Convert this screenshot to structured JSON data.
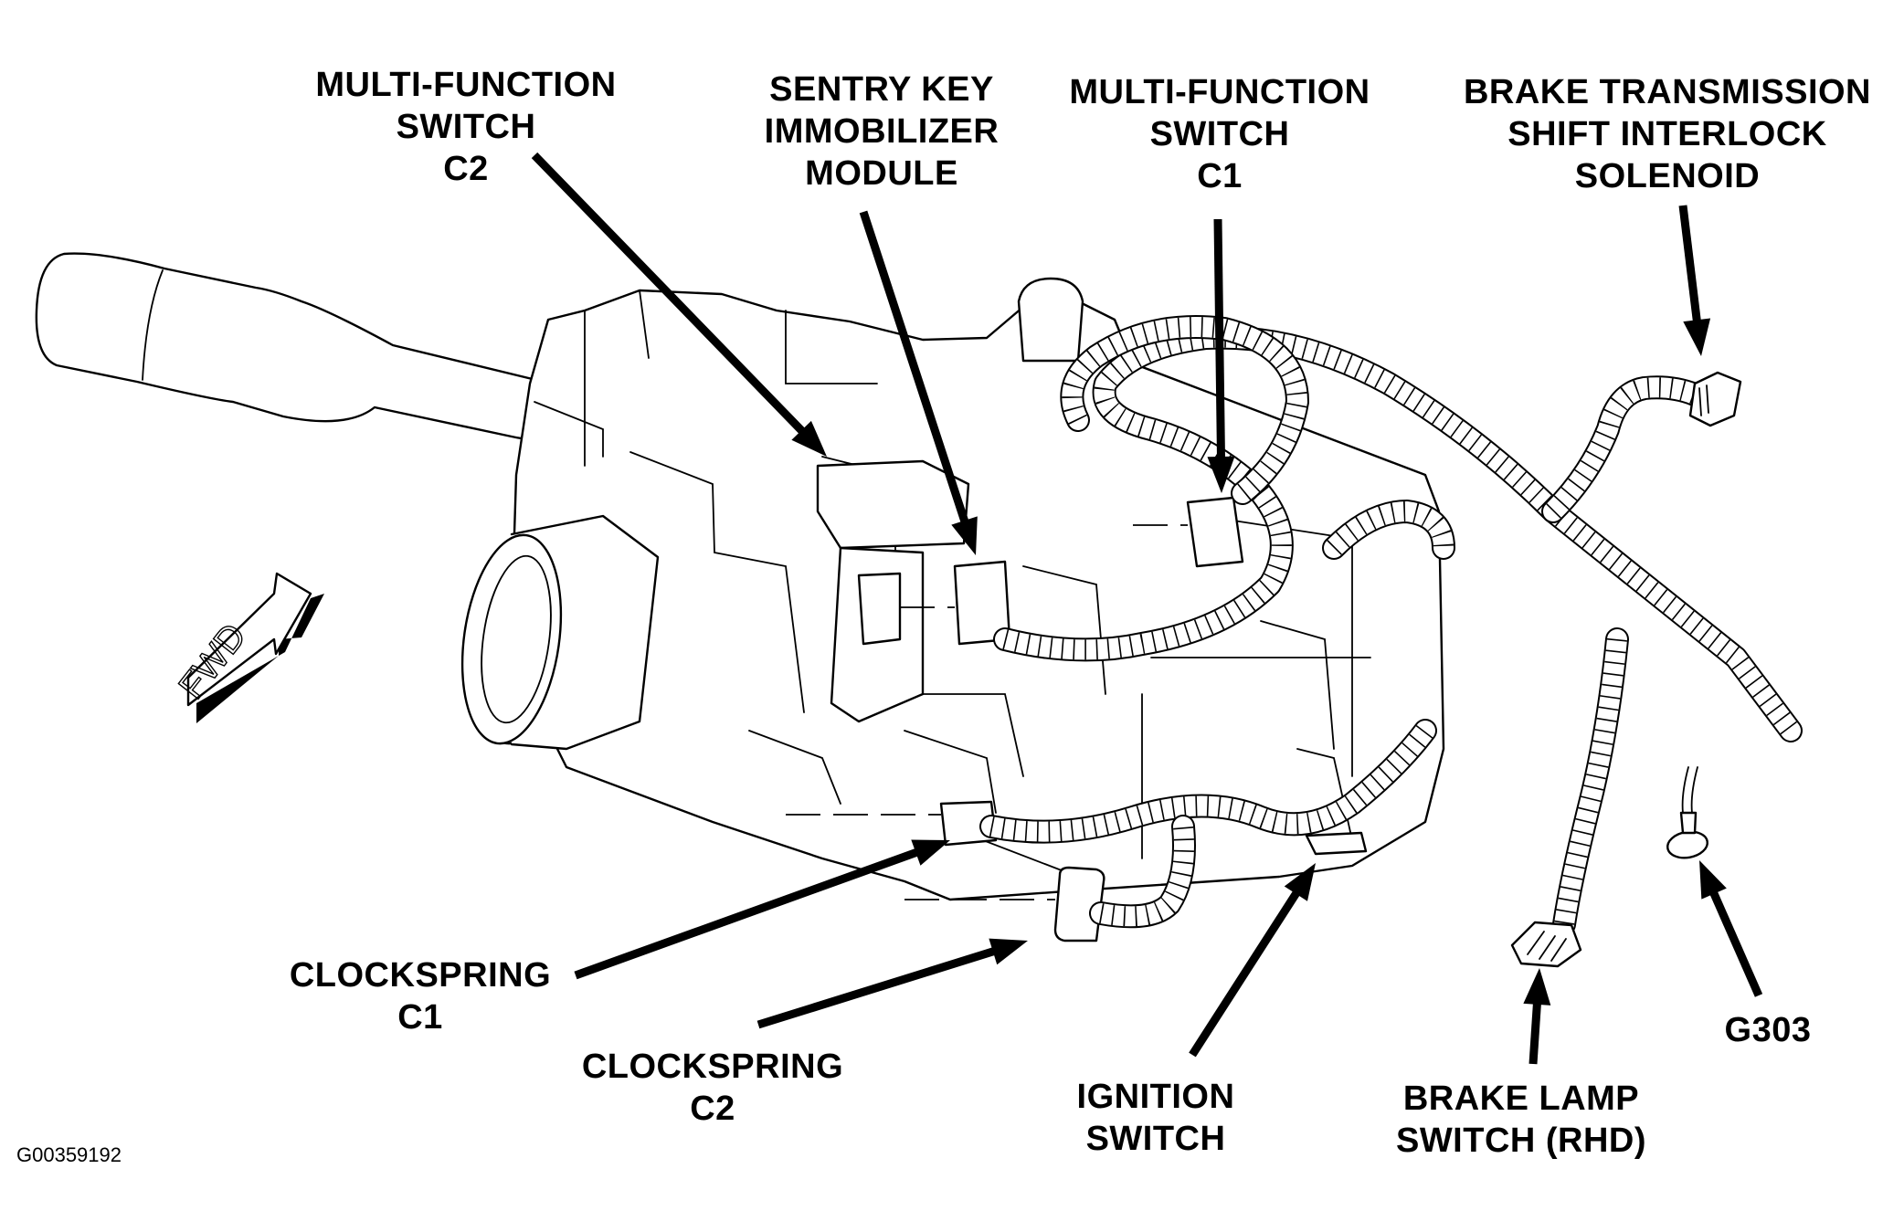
{
  "figure": {
    "id_text": "G00359192",
    "subject": "Steering column components and wiring"
  },
  "fwd_indicator": {
    "text": "FWD"
  },
  "labels": [
    {
      "key": "mfs-c2",
      "lines": [
        "MULTI-FUNCTION",
        "SWITCH",
        "C2"
      ]
    },
    {
      "key": "skim",
      "lines": [
        "SENTRY KEY",
        "IMMOBILIZER",
        "MODULE"
      ]
    },
    {
      "key": "mfs-c1",
      "lines": [
        "MULTI-FUNCTION",
        "SWITCH",
        "C1"
      ]
    },
    {
      "key": "btsi",
      "lines": [
        "BRAKE TRANSMISSION",
        "SHIFT INTERLOCK",
        "SOLENOID"
      ]
    },
    {
      "key": "clockspring-c1",
      "lines": [
        "CLOCKSPRING",
        "C1"
      ]
    },
    {
      "key": "clockspring-c2",
      "lines": [
        "CLOCKSPRING",
        "C2"
      ]
    },
    {
      "key": "ignition",
      "lines": [
        "IGNITION",
        "SWITCH"
      ]
    },
    {
      "key": "brake-lamp",
      "lines": [
        "BRAKE LAMP",
        "SWITCH (RHD)"
      ]
    },
    {
      "key": "g303",
      "lines": [
        "G303"
      ]
    }
  ]
}
